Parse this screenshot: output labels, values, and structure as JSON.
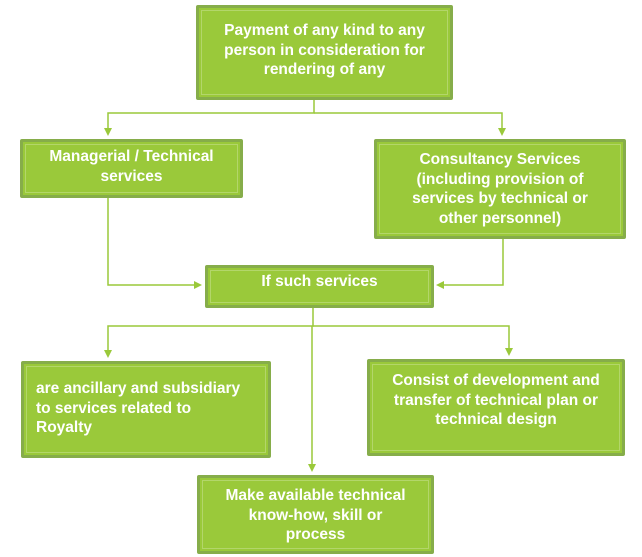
{
  "diagram": {
    "colors": {
      "box_fill": "#9ac93a",
      "box_border": "#86ad4a",
      "connector": "#9ac93a",
      "text": "#ffffff"
    },
    "nodes": {
      "payment": {
        "label": "Payment of any kind to any person in consideration for rendering of any",
        "lines": [
          "Payment of any kind to any",
          "person in consideration for",
          "rendering of any"
        ]
      },
      "managerial": {
        "lines": [
          "Managerial / Technical",
          "services"
        ]
      },
      "consultancy": {
        "lines": [
          "Consultancy Services",
          "(including provision of",
          "services by technical or",
          "other personnel)"
        ]
      },
      "if_such": {
        "lines": [
          "If such services"
        ]
      },
      "ancillary": {
        "lines": [
          "are ancillary and subsidiary",
          "to services related to",
          "Royalty"
        ]
      },
      "development": {
        "lines": [
          "Consist of development and",
          "transfer of technical plan or",
          "technical design"
        ]
      },
      "knowhow": {
        "lines": [
          "Make available technical",
          "know-how, skill or",
          "process"
        ]
      }
    },
    "edges": [
      {
        "from": "payment",
        "to": "managerial"
      },
      {
        "from": "payment",
        "to": "consultancy"
      },
      {
        "from": "managerial",
        "to": "if_such"
      },
      {
        "from": "consultancy",
        "to": "if_such"
      },
      {
        "from": "if_such",
        "to": "ancillary"
      },
      {
        "from": "if_such",
        "to": "development"
      },
      {
        "from": "if_such",
        "to": "knowhow"
      }
    ]
  }
}
